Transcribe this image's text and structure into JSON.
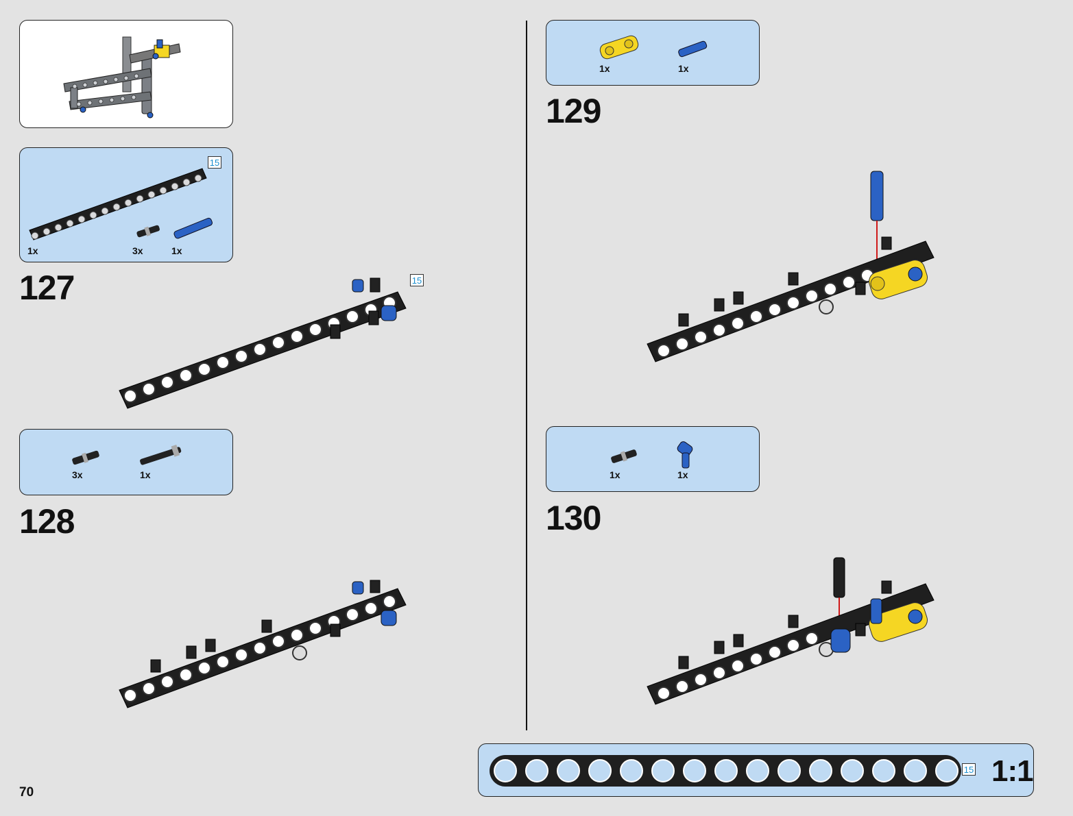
{
  "page_number": "70",
  "scale_label": "1:1",
  "steps": [
    {
      "number": "127",
      "parts": [
        {
          "qty": "1x",
          "part": "black-beam-15"
        },
        {
          "qty": "3x",
          "part": "black-friction-pin"
        },
        {
          "qty": "1x",
          "part": "blue-axle-pin"
        }
      ],
      "length_badge": "15",
      "model_length_badge": "15"
    },
    {
      "number": "128",
      "parts": [
        {
          "qty": "3x",
          "part": "black-friction-pin"
        },
        {
          "qty": "1x",
          "part": "black-long-pin"
        }
      ]
    },
    {
      "number": "129",
      "parts": [
        {
          "qty": "1x",
          "part": "yellow-connector"
        },
        {
          "qty": "1x",
          "part": "blue-axle-pin"
        }
      ]
    },
    {
      "number": "130",
      "parts": [
        {
          "qty": "1x",
          "part": "black-friction-pin"
        },
        {
          "qty": "1x",
          "part": "blue-angle-connector"
        }
      ]
    }
  ],
  "ruler_badge": "15",
  "colors": {
    "background": "#e3e3e3",
    "callout_blue": "#bfdaf3",
    "beam_black": "#1f1f1f",
    "pin_blue": "#2b62c4",
    "connector_yellow": "#f5d623",
    "arrow_red": "#d01a1a",
    "badge_text": "#1a8fd0"
  }
}
